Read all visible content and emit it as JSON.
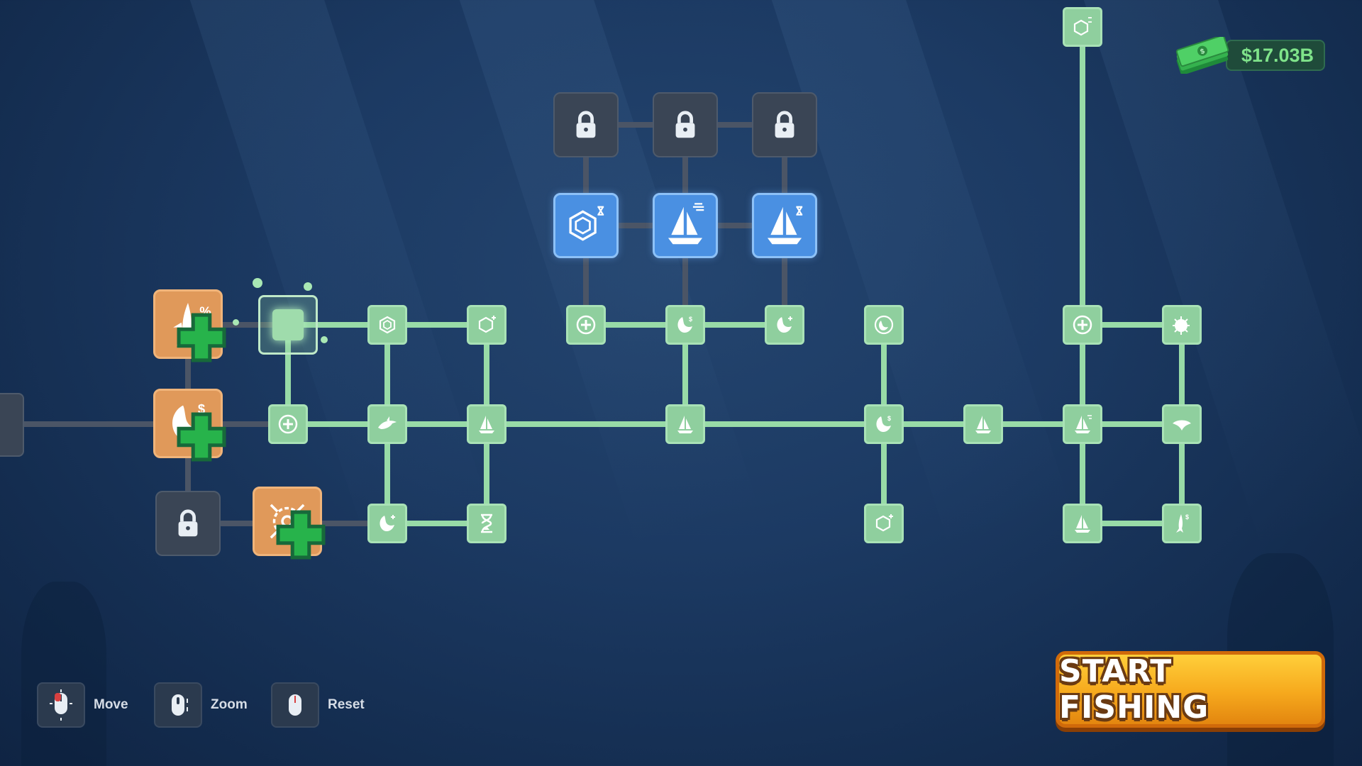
{
  "money": {
    "amount": "$17.03B",
    "icon": "cash-stack-icon"
  },
  "controls": [
    {
      "label": "Move",
      "icon": "mouse-move-icon"
    },
    {
      "label": "Zoom",
      "icon": "mouse-scroll-icon"
    },
    {
      "label": "Reset",
      "icon": "mouse-click-icon"
    }
  ],
  "start_button": {
    "label": "START FISHING"
  },
  "colors": {
    "path_active": "#98dba7",
    "path_locked": "#4b5566",
    "node_green": "#8fcf9e",
    "node_blue": "#4a90e2",
    "node_orange": "#e0995a",
    "node_locked": "#3a4555",
    "money_text": "#7fe38a",
    "button_gold": "#f6a91d"
  },
  "upgrade_tree": {
    "orange_nodes": [
      {
        "id": "shark-percent",
        "icon": "shark-percent-icon",
        "badge": "%"
      },
      {
        "id": "fish-dollar",
        "icon": "fish-dollar-icon",
        "badge": "$"
      },
      {
        "id": "radius",
        "icon": "target-expand-icon"
      }
    ],
    "blue_nodes": [
      {
        "id": "crate-timer",
        "icon": "crate-timer-icon"
      },
      {
        "id": "boat-speed",
        "icon": "sailboat-speed-icon"
      },
      {
        "id": "boat-timer",
        "icon": "sailboat-timer-icon"
      }
    ],
    "locked_count": 4
  }
}
